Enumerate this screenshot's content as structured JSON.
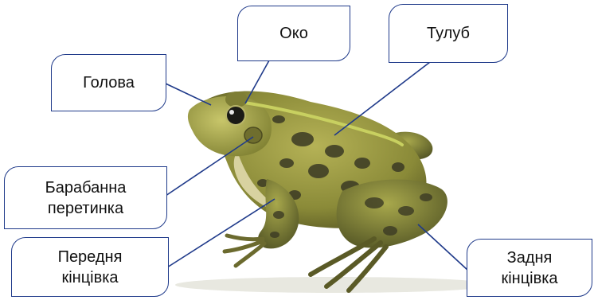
{
  "labels": {
    "eye": "Око",
    "body": "Тулуб",
    "head": "Голова",
    "eardrum": "Барабанна\nперетинка",
    "foreleg": "Передня\nкінцівка",
    "hindleg": "Задня\nкінцівка"
  },
  "colors": {
    "label_border": "#1f3a8a",
    "leader_line": "#1f3a8a",
    "frog_base": "#9a9a3a",
    "frog_light": "#c5c46a",
    "frog_spots": "#3a3a25",
    "frog_belly": "#d9d2a0"
  }
}
